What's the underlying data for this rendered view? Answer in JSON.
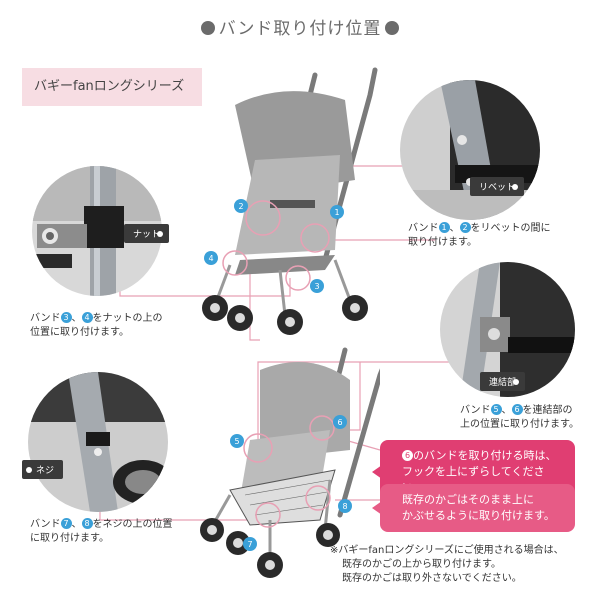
{
  "title": "バンド取り付け位置",
  "series_label": "バギーfanロングシリーズ",
  "tags": {
    "nut": "ナット",
    "rivet": "リベット",
    "joint": "連結部",
    "screw": "ネジ"
  },
  "captions": {
    "nut": {
      "pre": "バンド",
      "n1": "3",
      "mid": "、",
      "n2": "4",
      "post": "をナットの上の",
      "line2": "位置に取り付けます。"
    },
    "rivet": {
      "pre": "バンド",
      "n1": "1",
      "mid": "、",
      "n2": "2",
      "post": "をリベットの間に",
      "line2": "取り付けます。"
    },
    "joint": {
      "pre": "バンド",
      "n1": "5",
      "mid": "、",
      "n2": "6",
      "post": "を連結部の",
      "line2": "上の位置に取り付けます。"
    },
    "screw": {
      "pre": "バンド",
      "n1": "7",
      "mid": "、",
      "n2": "8",
      "post": "をネジの上の位置",
      "line2": "に取り付けます。"
    }
  },
  "callouts": {
    "hook": {
      "num": "6",
      "line1": "のバンドを取り付ける時は、",
      "line2": "フックを上にずらしてください。"
    },
    "basket": {
      "line1": "既存のかごはそのまま上に",
      "line2": "かぶせるように取り付けます。"
    }
  },
  "markers_top": [
    "1",
    "2",
    "3",
    "4"
  ],
  "markers_bottom": [
    "5",
    "6",
    "7",
    "8"
  ],
  "note": {
    "line1": "※バギーfanロングシリーズにご使用される場合は、",
    "line2": "既存のかごの上から取り付けます。",
    "line3": "既存のかごは取り外さないでください。"
  },
  "colors": {
    "accent_pink": "#e03e72",
    "marker_blue": "#3aa0d8",
    "guide_pink": "#e8a0b4",
    "tag_dark": "#3a3a3a"
  }
}
